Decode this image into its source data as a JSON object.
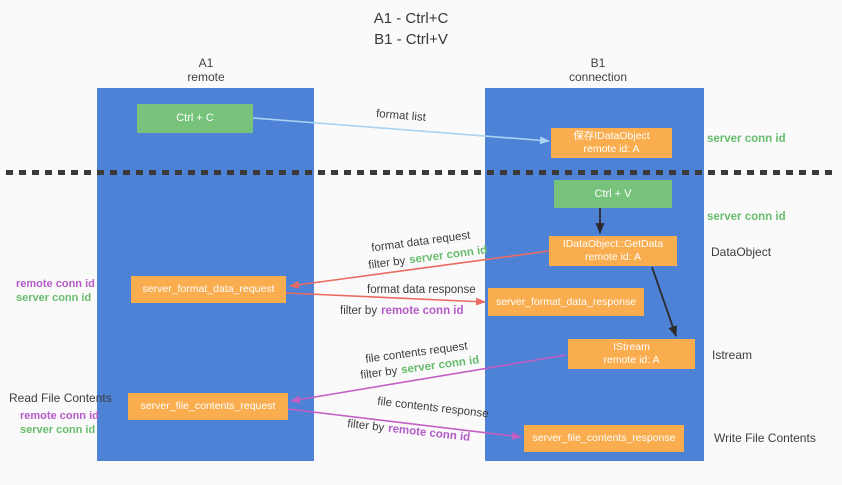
{
  "title": {
    "line1": "A1 - Ctrl+C",
    "line2": "B1 - Ctrl+V"
  },
  "lanes": {
    "left": {
      "name": "A1",
      "role": "remote"
    },
    "right": {
      "name": "B1",
      "role": "connection"
    }
  },
  "nodes": {
    "ctrl_c": {
      "label": "Ctrl + C"
    },
    "save_idataobject": {
      "line1": "保存IDataObject",
      "line2": "remote id: A"
    },
    "ctrl_v": {
      "label": "Ctrl + V"
    },
    "getdata": {
      "line1": "IDataObject::GetData",
      "line2": "remote id: A"
    },
    "format_request": {
      "label": "server_format_data_request"
    },
    "format_response": {
      "label": "server_format_data_response"
    },
    "istream": {
      "line1": "IStream",
      "line2": "remote id: A"
    },
    "file_request": {
      "label": "server_file_contents_request"
    },
    "file_response": {
      "label": "server_file_contents_response"
    }
  },
  "edge_labels": {
    "format_list": "format list",
    "format_data_request": "format data request",
    "format_data_response": "format data response",
    "file_contents_request": "file contents request",
    "file_contents_response": "file contents response",
    "filter_by": "filter by",
    "server_conn_id": "server conn id",
    "remote_conn_id": "remote conn id"
  },
  "side_labels": {
    "server_conn_id_top": "server conn id",
    "server_conn_id_mid": "server conn id",
    "dataobject": "DataObject",
    "istream": "Istream",
    "write_file_contents": "Write File Contents",
    "read_file_contents": "Read File Contents",
    "remote_conn_id": "remote conn id",
    "server_conn_id": "server conn id"
  },
  "colors": {
    "lane_blue": "#4d82d6",
    "node_green": "#77c37b",
    "node_orange": "#f9ad4e",
    "arrow_blue": "#a9d3f2",
    "arrow_red": "#ea6b61",
    "arrow_magenta": "#c35fc4",
    "arrow_black": "#2b2b2b",
    "text_green": "#67bd6d",
    "text_purple": "#b45bc8",
    "text_dark": "#3d3d3d"
  }
}
